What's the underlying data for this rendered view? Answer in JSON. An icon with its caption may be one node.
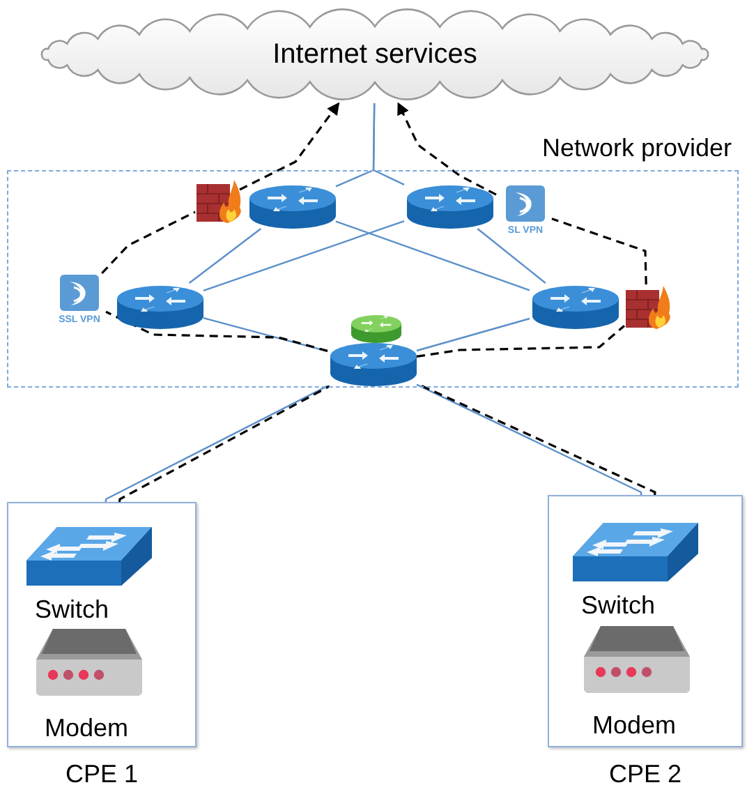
{
  "diagram": {
    "nodes": [
      {
        "text": [
          "Internet services"
        ]
      },
      {
        "text": [
          "Network provider"
        ]
      },
      {
        "text": [],
        "shape": "router",
        "in": 1
      },
      {
        "text": [],
        "shape": "router",
        "in": 1
      },
      {
        "text": [],
        "shape": "router",
        "in": 1
      },
      {
        "text": [],
        "shape": "router",
        "in": 1
      },
      {
        "text": [],
        "shape": "router",
        "in": 1
      },
      {
        "text": [],
        "shape": "router",
        "in": 1
      },
      {
        "text": [],
        "shape": "firewall",
        "in": 1
      },
      {
        "text": [
          "SL VPN"
        ],
        "in": 1
      },
      {
        "text": [
          "SSL VPN"
        ],
        "in": 1
      },
      {
        "text": [],
        "shape": "firewall",
        "in": 1
      },
      {
        "text": [
          "CPE 1"
        ]
      },
      {
        "text": [
          "Switch"
        ],
        "in": 12
      },
      {
        "text": [
          "Modem"
        ],
        "in": 12
      },
      {
        "text": [
          "CPE 2"
        ]
      },
      {
        "text": [
          "Switch"
        ],
        "in": 15
      },
      {
        "text": [
          "Modem"
        ],
        "in": 15
      }
    ],
    "edges": [
      {
        "from": 0,
        "to": 2,
        "arrow": "none"
      },
      {
        "from": 0,
        "to": 3,
        "arrow": "none"
      },
      {
        "from": 2,
        "to": 4,
        "arrow": "none"
      },
      {
        "from": 2,
        "to": 5,
        "arrow": "none"
      },
      {
        "from": 3,
        "to": 4,
        "arrow": "none"
      },
      {
        "from": 3,
        "to": 5,
        "arrow": "none"
      },
      {
        "from": 4,
        "to": 6,
        "arrow": "none"
      },
      {
        "from": 5,
        "to": 6,
        "arrow": "none"
      },
      {
        "from": 6,
        "to": 12,
        "arrow": "none"
      },
      {
        "from": 6,
        "to": 15,
        "arrow": "none"
      },
      {
        "from": 12,
        "to": 6,
        "arrow": "none",
        "style": "dashed",
        "color": "#000000"
      },
      {
        "from": 6,
        "to": 10,
        "arrow": "none",
        "style": "dashed",
        "color": "#000000"
      },
      {
        "from": 10,
        "to": 8,
        "arrow": "none",
        "style": "dashed",
        "color": "#000000"
      },
      {
        "from": 8,
        "to": 0,
        "arrow": "to",
        "style": "dashed",
        "color": "#000000"
      },
      {
        "from": 15,
        "to": 6,
        "arrow": "none",
        "style": "dashed",
        "color": "#000000"
      },
      {
        "from": 6,
        "to": 11,
        "arrow": "none",
        "style": "dashed",
        "color": "#000000"
      },
      {
        "from": 11,
        "to": 9,
        "arrow": "none",
        "style": "dashed",
        "color": "#000000"
      },
      {
        "from": 9,
        "to": 0,
        "arrow": "to",
        "style": "dashed",
        "color": "#000000"
      }
    ]
  }
}
